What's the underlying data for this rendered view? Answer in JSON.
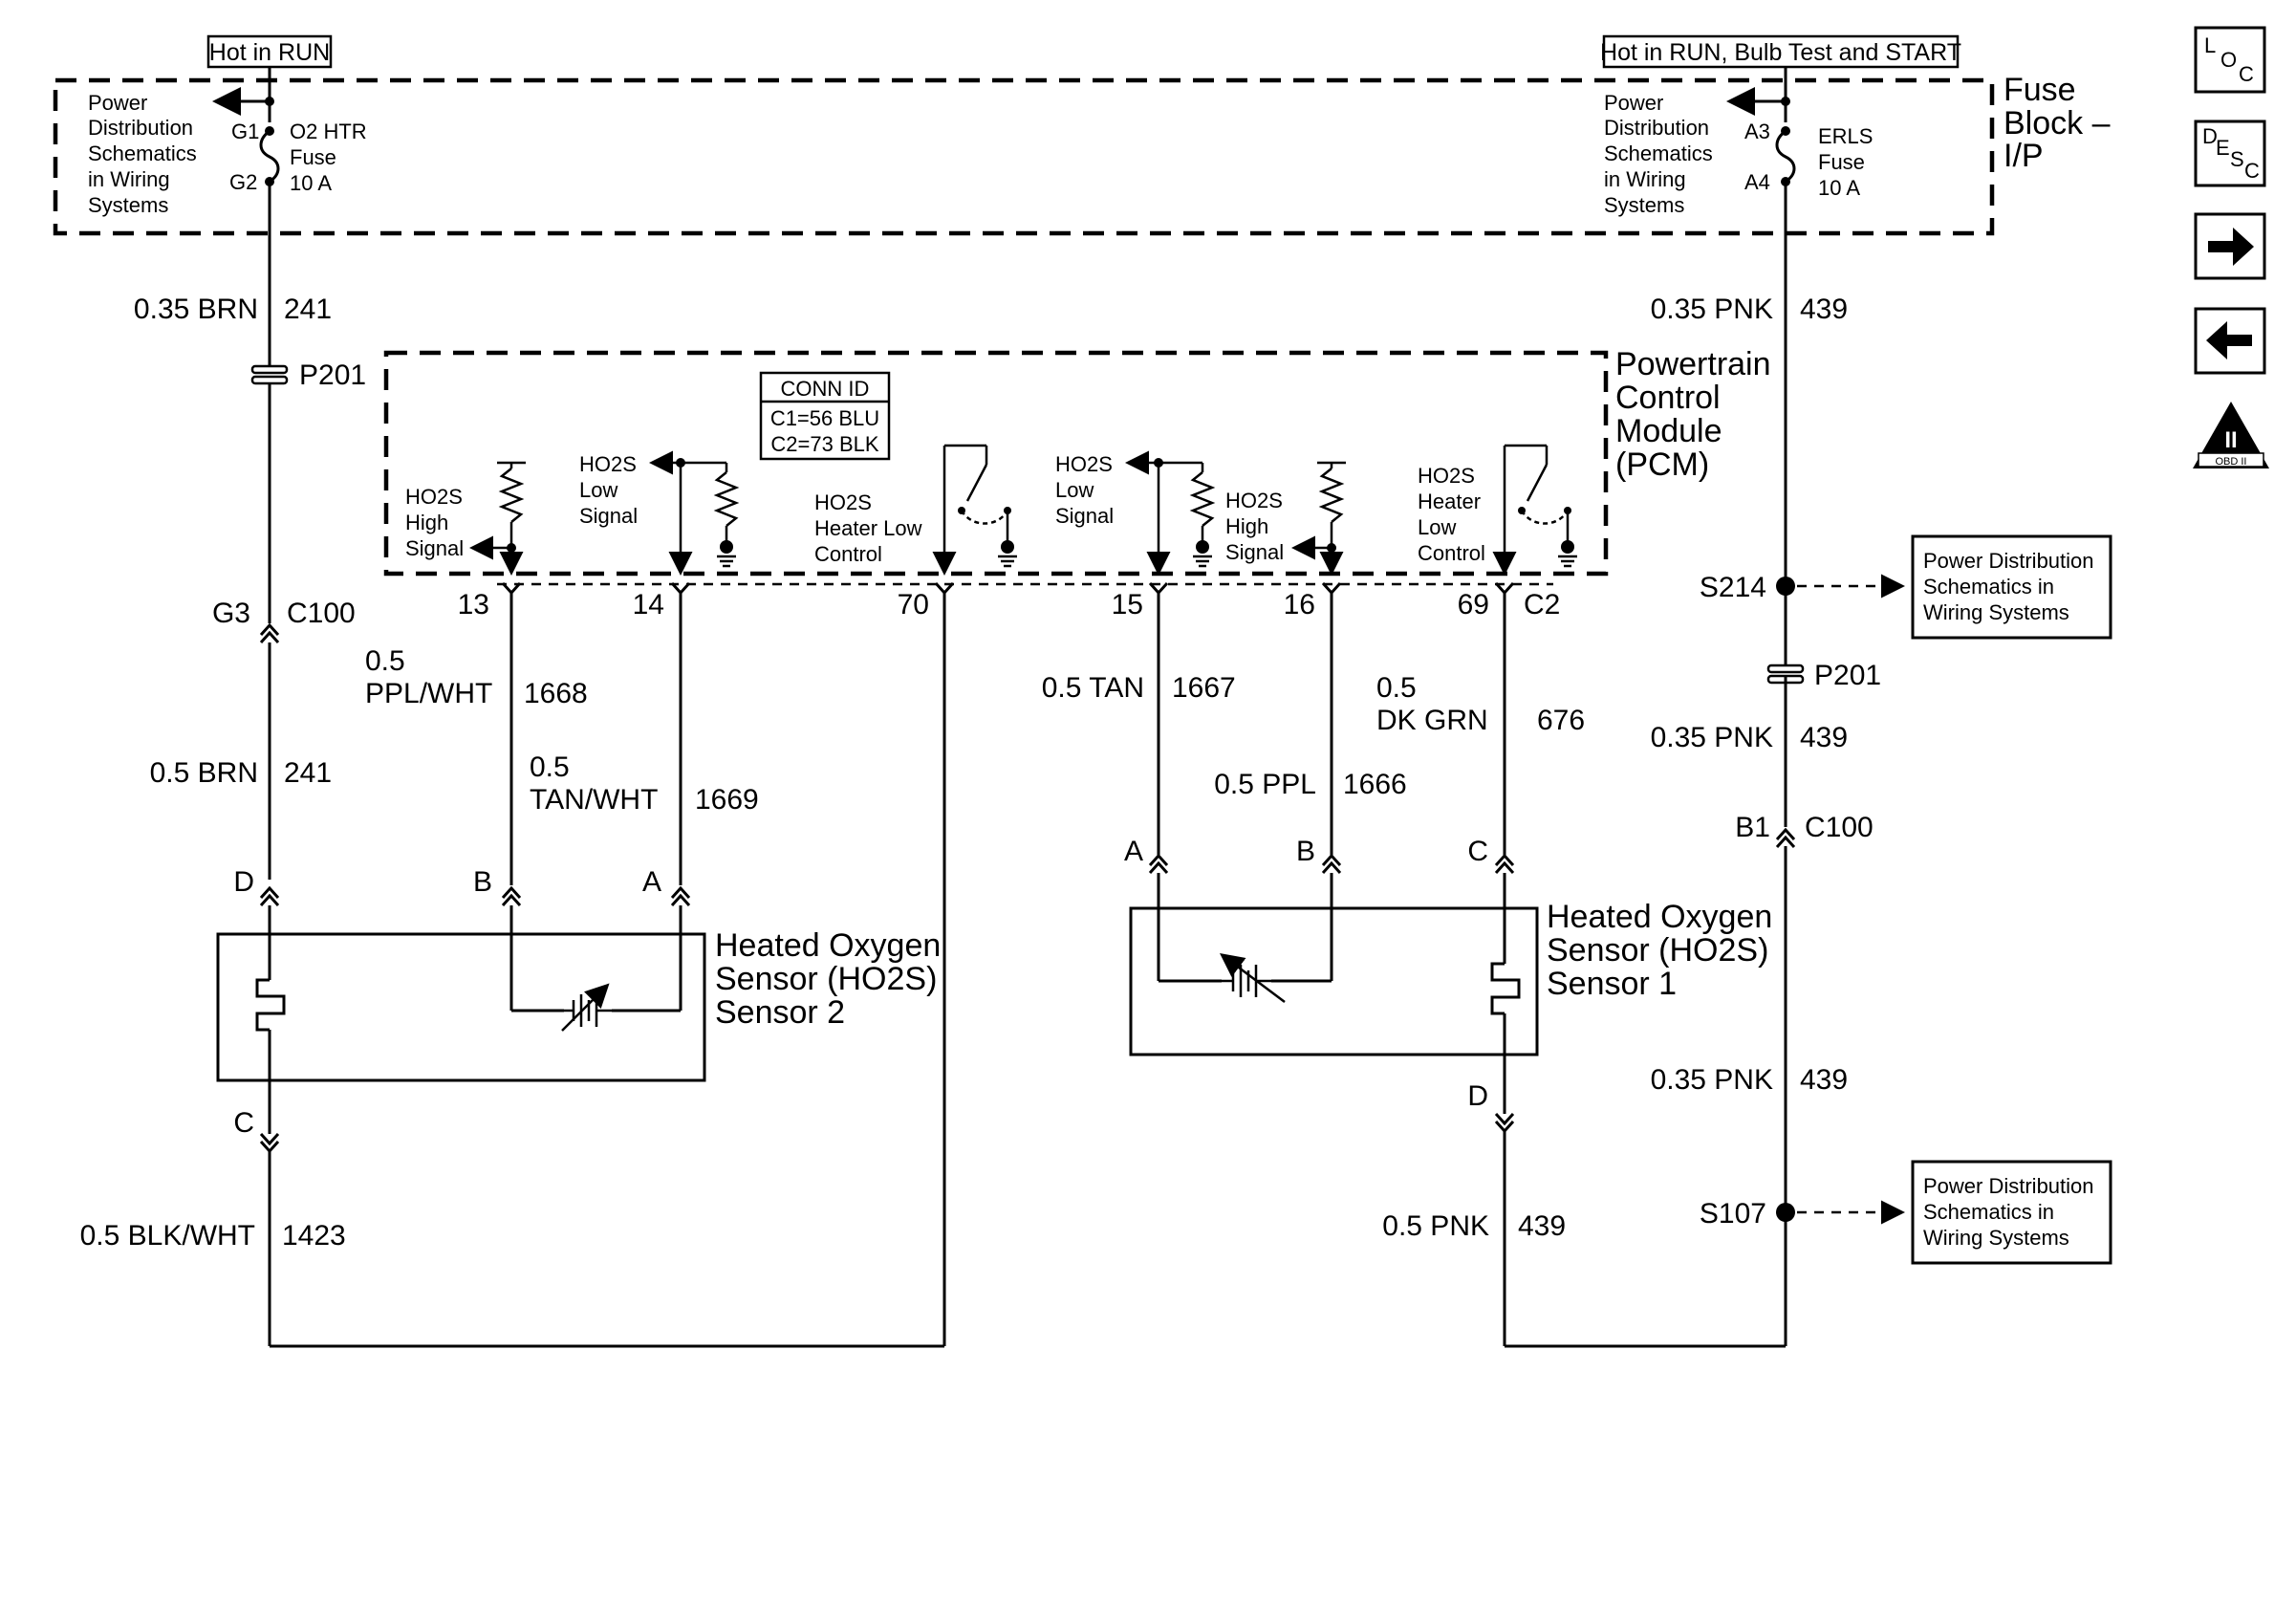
{
  "header": {
    "left_power": "Hot in RUN",
    "right_power": "Hot in RUN, Bulb Test and START"
  },
  "fuse_block": {
    "label_lines": [
      "Fuse",
      "Block –",
      "I/P"
    ],
    "left": {
      "ref_lines": [
        "Power",
        "Distribution",
        "Schematics",
        "in Wiring",
        "Systems"
      ],
      "pin_top": "G1",
      "pin_bottom": "G2",
      "fuse_lines": [
        "O2 HTR",
        "Fuse",
        "10 A"
      ]
    },
    "right": {
      "ref_lines": [
        "Power",
        "Distribution",
        "Schematics",
        "in Wiring",
        "Systems"
      ],
      "pin_top": "A3",
      "pin_bottom": "A4",
      "fuse_lines": [
        "ERLS",
        "Fuse",
        "10 A"
      ]
    }
  },
  "pcm": {
    "label_lines": [
      "Powertrain",
      "Control",
      "Module",
      "(PCM)"
    ],
    "conn_id": {
      "title": "CONN ID",
      "lines": [
        "C1=56 BLU",
        "C2=73 BLK"
      ]
    },
    "connector_c2": "C2",
    "blocks": [
      {
        "lines": [
          "HO2S",
          "High",
          "Signal"
        ]
      },
      {
        "lines": [
          "HO2S",
          "Low",
          "Signal"
        ]
      },
      {
        "lines": [
          "HO2S",
          "Heater Low",
          "Control"
        ]
      },
      {
        "lines": [
          "HO2S",
          "Low",
          "Signal"
        ]
      },
      {
        "lines": [
          "HO2S",
          "High",
          "Signal"
        ]
      },
      {
        "lines": [
          "HO2S",
          "Heater",
          "Low",
          "Control"
        ]
      }
    ],
    "pins": [
      "13",
      "14",
      "70",
      "15",
      "16",
      "69"
    ]
  },
  "wires": {
    "brn_top": {
      "gauge_color": "0.35 BRN",
      "circuit": "241"
    },
    "brn_bottom": {
      "gauge_color": "0.5 BRN",
      "circuit": "241"
    },
    "ppl_wht": {
      "gauge_color": [
        "0.5",
        "PPL/WHT"
      ],
      "circuit": "1668"
    },
    "tan_wht": {
      "gauge_color": [
        "0.5",
        "TAN/WHT"
      ],
      "circuit": "1669"
    },
    "tan": {
      "gauge_color": "0.5 TAN",
      "circuit": "1667"
    },
    "ppl": {
      "gauge_color": "0.5 PPL",
      "circuit": "1666"
    },
    "dk_grn": {
      "gauge_color": [
        "0.5",
        "DK GRN"
      ],
      "circuit": "676"
    },
    "pnk_top": {
      "gauge_color": "0.35 PNK",
      "circuit": "439"
    },
    "pnk_mid": {
      "gauge_color": "0.35 PNK",
      "circuit": "439"
    },
    "pnk_low": {
      "gauge_color": "0.35 PNK",
      "circuit": "439"
    },
    "pnk_sensor1": {
      "gauge_color": "0.5 PNK",
      "circuit": "439"
    },
    "blk_wht": {
      "gauge_color": "0.5 BLK/WHT",
      "circuit": "1423"
    }
  },
  "connectors": {
    "p201_left": "P201",
    "p201_right": "P201",
    "c100_left_pin": "G3",
    "c100_left": "C100",
    "c100_right_pin": "B1",
    "c100_right": "C100"
  },
  "splices": {
    "s214": "S214",
    "s107": "S107"
  },
  "ref_boxes": {
    "s214": [
      "Power Distribution",
      "Schematics in",
      "Wiring Systems"
    ],
    "s107": [
      "Power Distribution",
      "Schematics in",
      "Wiring Systems"
    ]
  },
  "sensor2": {
    "label_lines": [
      "Heated Oxygen",
      "Sensor (HO2S)",
      "Sensor 2"
    ],
    "pins": {
      "d": "D",
      "b": "B",
      "a": "A",
      "c": "C"
    }
  },
  "sensor1": {
    "label_lines": [
      "Heated Oxygen",
      "Sensor (HO2S)",
      "Sensor 1"
    ],
    "pins": {
      "a": "A",
      "b": "B",
      "c": "C",
      "d": "D"
    }
  },
  "nav": {
    "loc": [
      "L",
      "O",
      "C"
    ],
    "desc": [
      "D",
      "E",
      "S",
      "C"
    ],
    "obd": [
      "II",
      "OBD II"
    ],
    "icons": [
      "loc-icon",
      "desc-icon",
      "forward-arrow-icon",
      "back-arrow-icon",
      "obd-ii-icon"
    ]
  }
}
